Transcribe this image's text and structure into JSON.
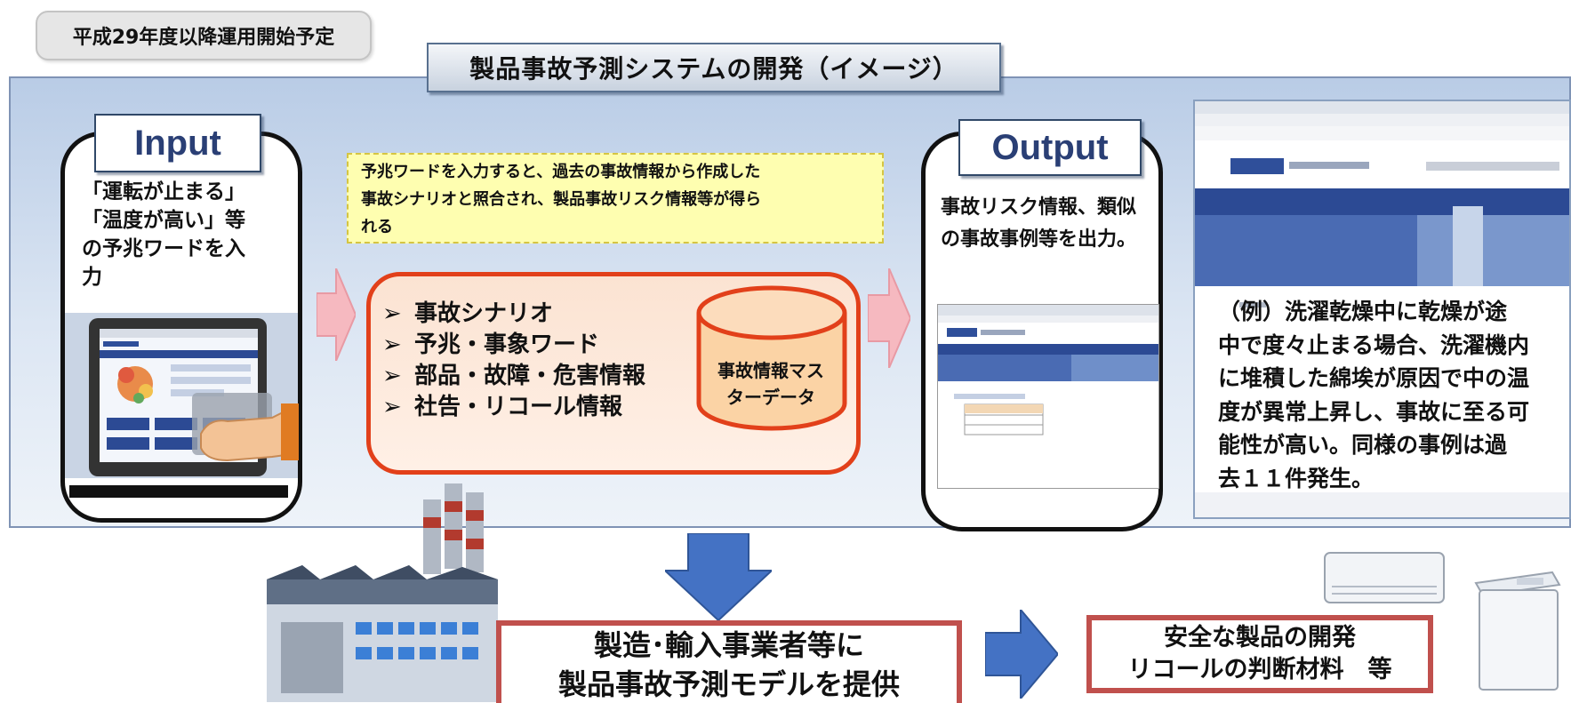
{
  "schedule_tag": "平成29年度以降運用開始予定",
  "title": "製品事故予測システムの開発（イメージ）",
  "input": {
    "header": "Input",
    "lines": [
      "「運転が止まる」",
      "「温度が高い」等",
      "の予兆ワードを入",
      "力"
    ]
  },
  "callout": {
    "lines": [
      "予兆ワードを入力すると、過去の事故情報から作成した",
      "事故シナリオと照合され、製品事故リスク情報等が得ら",
      "れる"
    ]
  },
  "center": {
    "bullet": "➢",
    "items": [
      "事故シナリオ",
      "予兆・事象ワード",
      "部品・故障・危害情報",
      "社告・リコール情報"
    ],
    "database_label": [
      "事故情報マス",
      "ターデータ"
    ]
  },
  "output": {
    "header": "Output",
    "lines": [
      "事故リスク情報、類似",
      "の事故事例等を出力。"
    ]
  },
  "example": {
    "lines": [
      "（例）洗濯乾燥中に乾燥が途",
      "中で度々止まる場合、洗濯機内",
      "に堆積した綿埃が原因で中の温",
      "度が異常上昇し、事故に至る可",
      "能性が高い。同様の事例は過",
      "去１１件発生。"
    ]
  },
  "bottom": {
    "lines": [
      "製造･輸入事業者等に",
      "製品事故予測モデルを提供"
    ]
  },
  "benefit": {
    "lines": [
      "安全な製品の開発",
      "リコールの判断材料　等"
    ]
  },
  "colors": {
    "panel_top": "#b9cce6",
    "arrow_pink": "#f6b9c0",
    "arrow_blue": "#4472c4",
    "center_border": "#e2401a",
    "db_fill": "#fbd3a5",
    "box_border": "#c0504d",
    "callout_fill": "#fefeb0"
  }
}
